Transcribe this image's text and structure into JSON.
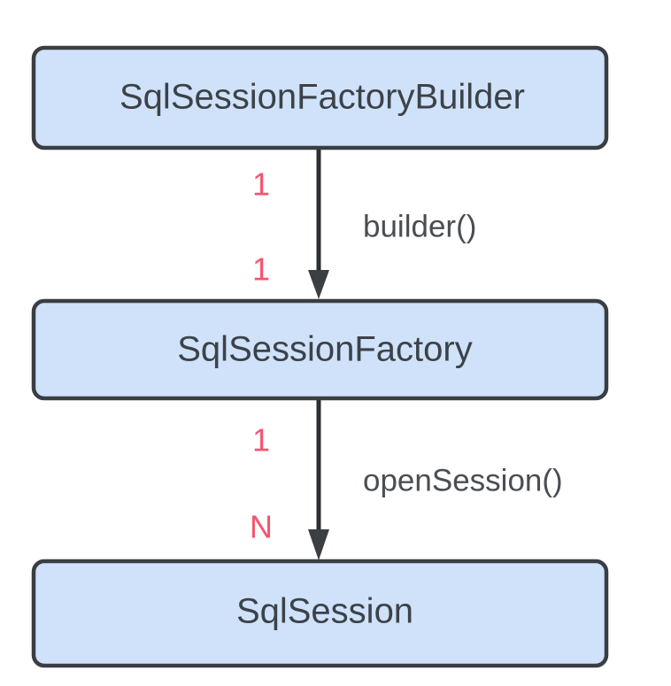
{
  "diagram": {
    "type": "flow-diagram",
    "background_color": "#ffffff",
    "node_fill_color": "#cfe2f9",
    "node_border_color": "#3a3e43",
    "node_text_color": "#3c4249",
    "edge_color": "#2b2e32",
    "multiplicity_color": "#f4556e",
    "nodes": [
      {
        "id": "sql-session-factory-builder",
        "label": "SqlSessionFactoryBuilder"
      },
      {
        "id": "sql-session-factory",
        "label": "SqlSessionFactory"
      },
      {
        "id": "sql-session",
        "label": "SqlSession"
      }
    ],
    "edges": [
      {
        "id": "builder-edge",
        "from": "sql-session-factory-builder",
        "to": "sql-session-factory",
        "label": "builder()",
        "source_multiplicity": "1",
        "target_multiplicity": "1"
      },
      {
        "id": "open-session-edge",
        "from": "sql-session-factory",
        "to": "sql-session",
        "label": "openSession()",
        "source_multiplicity": "1",
        "target_multiplicity": "N"
      }
    ]
  }
}
